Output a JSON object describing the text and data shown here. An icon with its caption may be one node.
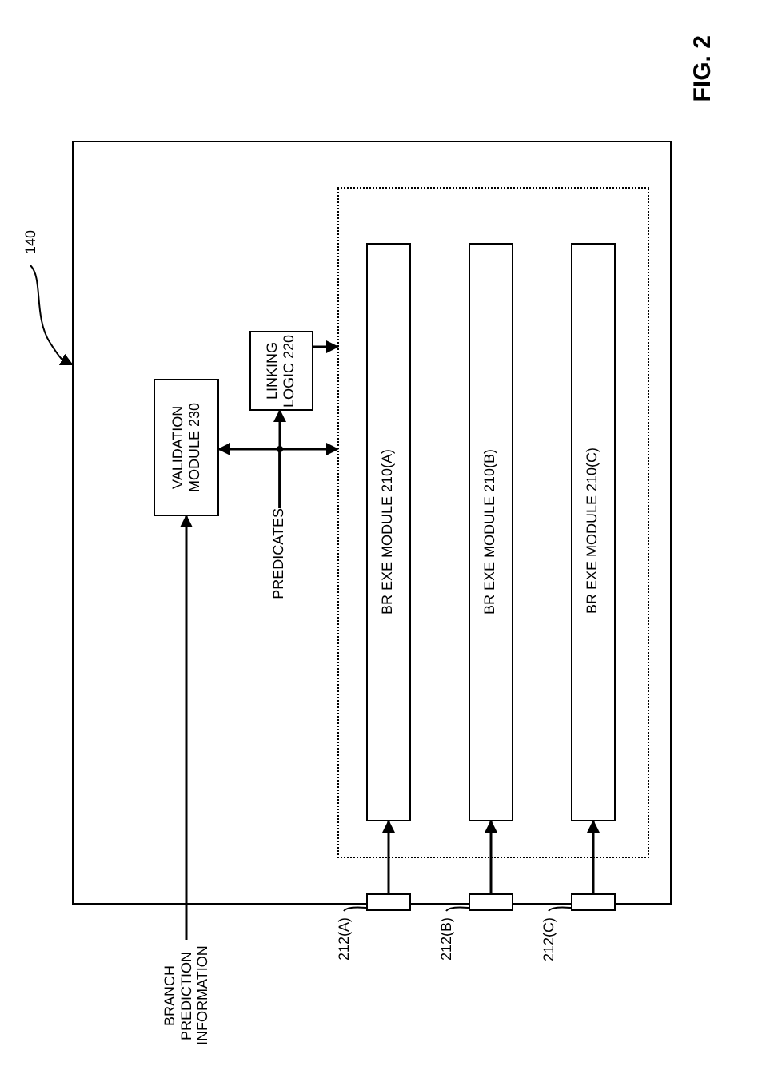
{
  "diagram": {
    "caption": "FIG. 2",
    "nodes": [
      {
        "text": [],
        "shape": "box"
      },
      {
        "text": [],
        "shape": "box",
        "in": 0
      },
      {
        "text": [
          "VALIDATION MODULE 230"
        ],
        "in": 0
      },
      {
        "text": [
          "LINKING LOGIC 220"
        ],
        "in": 0
      },
      {
        "text": [
          "BR EXE MODULE 210(A)"
        ],
        "in": 1
      },
      {
        "text": [
          "BR EXE MODULE 210(B)"
        ],
        "in": 1
      },
      {
        "text": [
          "BR EXE MODULE 210(C)"
        ],
        "in": 1
      },
      {
        "text": [],
        "shape": "box"
      },
      {
        "text": [],
        "shape": "box"
      },
      {
        "text": [],
        "shape": "box"
      },
      {
        "text": [
          "140"
        ]
      },
      {
        "text": [
          "PREDICATES"
        ],
        "in": 0
      },
      {
        "text": [
          "BRANCH PREDICTION INFORMATION"
        ]
      },
      {
        "text": [
          "212(A)"
        ]
      },
      {
        "text": [
          "212(B)"
        ]
      },
      {
        "text": [
          "212(C)"
        ]
      }
    ],
    "edges": [
      {
        "from": 10,
        "to": 0,
        "arrow": "to"
      },
      {
        "from": 12,
        "to": 2,
        "arrow": "to"
      },
      {
        "from": 11,
        "to": 2,
        "arrow": "to"
      },
      {
        "from": 11,
        "to": 3,
        "arrow": "to"
      },
      {
        "from": 11,
        "to": 1,
        "arrow": "to"
      },
      {
        "from": 3,
        "to": 1,
        "arrow": "to"
      },
      {
        "from": 7,
        "to": 4,
        "arrow": "to"
      },
      {
        "from": 8,
        "to": 5,
        "arrow": "to"
      },
      {
        "from": 9,
        "to": 6,
        "arrow": "to"
      },
      {
        "from": 13,
        "to": 7,
        "arrow": "none"
      },
      {
        "from": 14,
        "to": 8,
        "arrow": "none"
      },
      {
        "from": 15,
        "to": 9,
        "arrow": "none"
      }
    ]
  }
}
